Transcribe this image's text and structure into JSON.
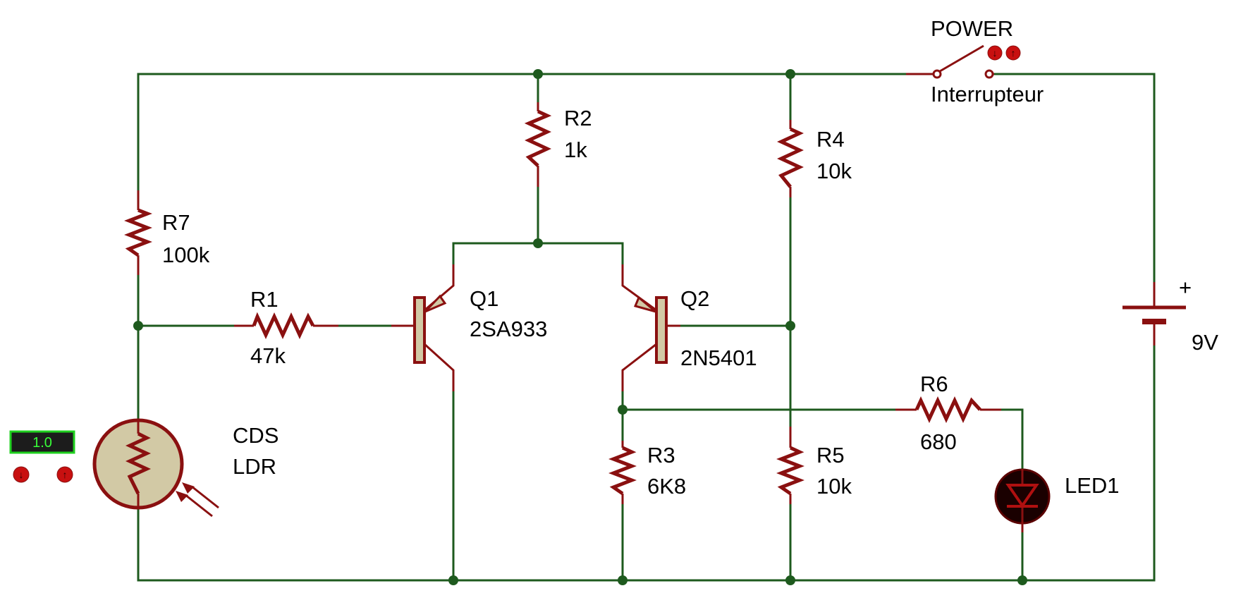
{
  "components": {
    "r1": {
      "ref": "R1",
      "value": "47k"
    },
    "r2": {
      "ref": "R2",
      "value": "1k"
    },
    "r3": {
      "ref": "R3",
      "value": "6K8"
    },
    "r4": {
      "ref": "R4",
      "value": "10k"
    },
    "r5": {
      "ref": "R5",
      "value": "10k"
    },
    "r6": {
      "ref": "R6",
      "value": "680"
    },
    "r7": {
      "ref": "R7",
      "value": "100k"
    },
    "q1": {
      "ref": "Q1",
      "value": "2SA933"
    },
    "q2": {
      "ref": "Q2",
      "value": "2N5401"
    },
    "ldr": {
      "ref": "CDS",
      "value": "LDR"
    },
    "led": {
      "ref": "LED1"
    },
    "switch": {
      "ref": "POWER",
      "value": "Interrupteur"
    },
    "battery": {
      "polarity": "+",
      "value": "9V"
    }
  },
  "probe": {
    "value": "1.0"
  },
  "colors": {
    "wire": "#1e5a1e",
    "component": "#8a1010",
    "body": "#d2c9a5",
    "probe_text": "#38ff38"
  }
}
